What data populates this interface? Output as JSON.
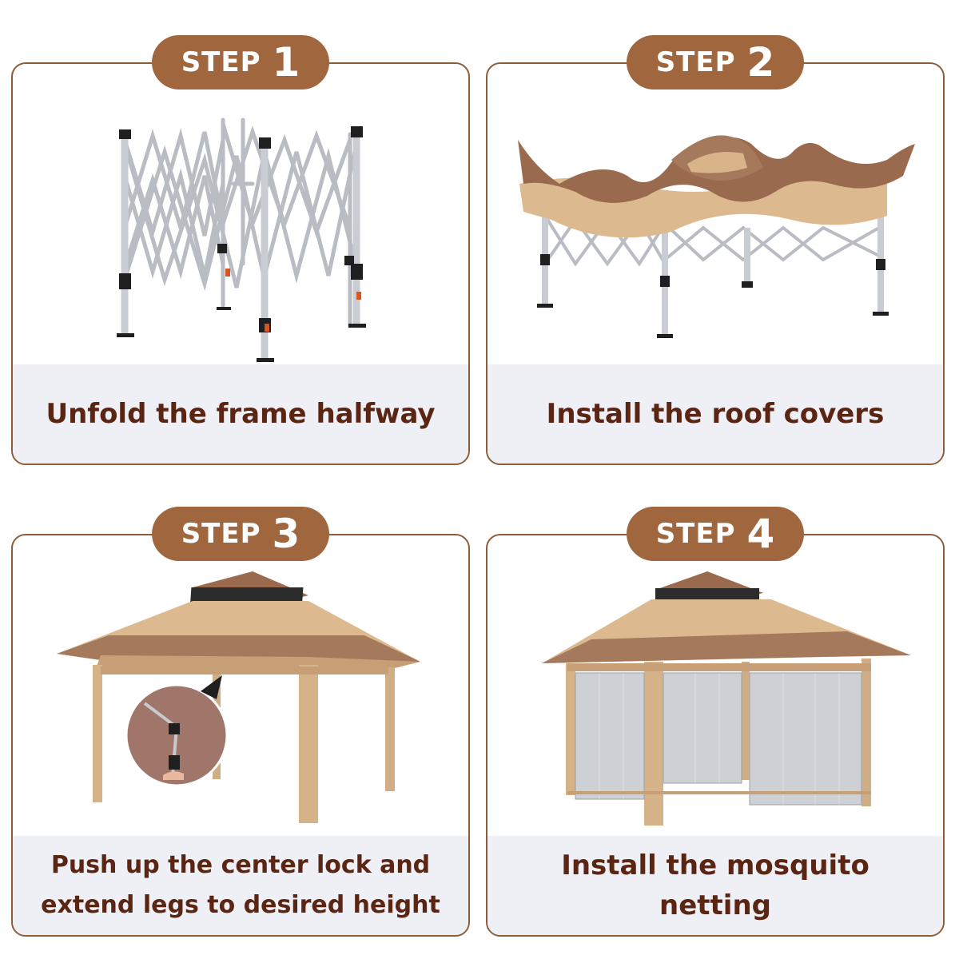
{
  "steps": [
    {
      "label": "STEP",
      "number": "1",
      "caption": "Unfold the frame halfway"
    },
    {
      "label": "STEP",
      "number": "2",
      "caption": "Install the roof covers"
    },
    {
      "label": "STEP",
      "number": "3",
      "caption": "Push up the center lock and extend legs to desired height"
    },
    {
      "label": "STEP",
      "number": "4",
      "caption": "Install the mosquito netting"
    }
  ],
  "colors": {
    "badge": "#a0673f",
    "border": "#8d5d3a",
    "caption_text": "#5a2512",
    "caption_bg": "#eff0f5",
    "canopy_light": "#dcb98e",
    "canopy_dark": "#9a6a4e"
  }
}
